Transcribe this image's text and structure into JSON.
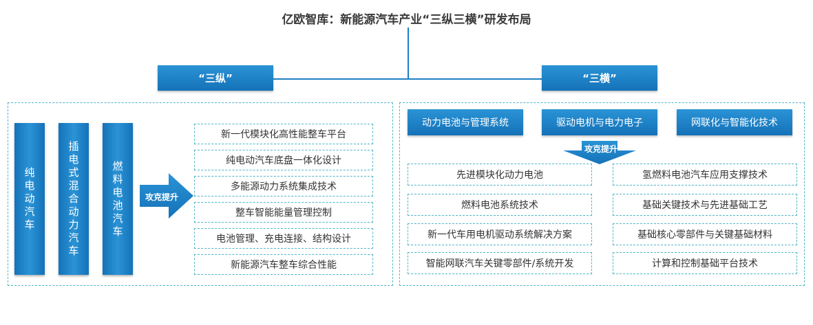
{
  "title": "亿欧智库：新能源汽车产业“三纵三横”研发布局",
  "left": {
    "header": "“三纵”",
    "columns": [
      "纯电动汽车",
      "插电式混合动力汽车",
      "燃料电池汽车"
    ],
    "arrow_label": "攻克提升",
    "items": [
      "新一代模块化高性能整车平台",
      "纯电动汽车底盘一体化设计",
      "多能源动力系统集成技术",
      "整车智能能量管理控制",
      "电池管理、充电连接、结构设计",
      "新能源汽车整车综合性能"
    ]
  },
  "right": {
    "header": "“三横”",
    "top_boxes": [
      "动力电池与管理系统",
      "驱动电机与电力电子",
      "网联化与智能化技术"
    ],
    "arrow_label": "攻克提升",
    "items_left": [
      "先进模块化动力电池",
      "燃料电池系统技术",
      "新一代车用电机驱动系统解决方案",
      "智能网联汽车关键零部件/系统开发"
    ],
    "items_right": [
      "氢燃料电池汽车应用支撑技术",
      "基础关键技术与先进基础工艺",
      "基础核心零部件与关键基础材料",
      "计算和控制基础平台技术"
    ]
  },
  "colors": {
    "accent": "#1c7fc4",
    "dashed_border": "#4cb5c8"
  }
}
